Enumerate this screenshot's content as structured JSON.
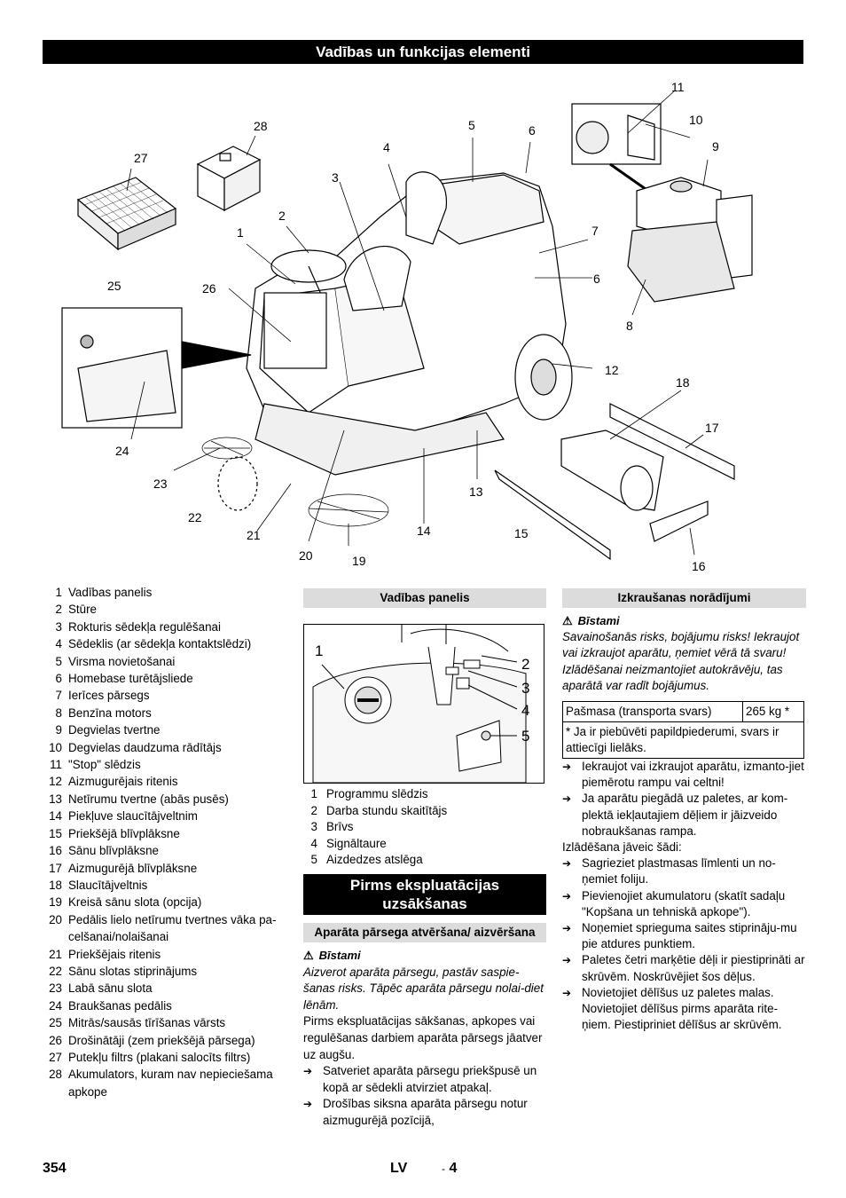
{
  "title": "Vadības un funkcijas elementi",
  "figure_labels": [
    "1",
    "2",
    "3",
    "4",
    "5",
    "6",
    "6",
    "7",
    "8",
    "9",
    "10",
    "11",
    "12",
    "13",
    "14",
    "15",
    "16",
    "17",
    "18",
    "19",
    "20",
    "21",
    "22",
    "23",
    "24",
    "25",
    "26",
    "27",
    "28"
  ],
  "parts_list": [
    {
      "n": "1",
      "t": "Vadības panelis"
    },
    {
      "n": "2",
      "t": "Stūre"
    },
    {
      "n": "3",
      "t": "Rokturis sēdekļa regulēšanai"
    },
    {
      "n": "4",
      "t": "Sēdeklis (ar sēdekļa kontaktslēdzi)"
    },
    {
      "n": "5",
      "t": "Virsma novietošanai"
    },
    {
      "n": "6",
      "t": "Homebase turētājsliede"
    },
    {
      "n": "7",
      "t": "Ierīces pārsegs"
    },
    {
      "n": "8",
      "t": "Benzīna motors"
    },
    {
      "n": "9",
      "t": "Degvielas tvertne"
    },
    {
      "n": "10",
      "t": "Degvielas daudzuma rādītājs"
    },
    {
      "n": "11",
      "t": "\"Stop\" slēdzis"
    },
    {
      "n": "12",
      "t": "Aizmugurējais ritenis"
    },
    {
      "n": "13",
      "t": "Netīrumu tvertne (abās pusēs)"
    },
    {
      "n": "14",
      "t": "Piekļuve slaucītājveltnim"
    },
    {
      "n": "15",
      "t": "Priekšējā blīvplāksne"
    },
    {
      "n": "16",
      "t": "Sānu blīvplāksne"
    },
    {
      "n": "17",
      "t": "Aizmugurējā blīvplāksne"
    },
    {
      "n": "18",
      "t": "Slaucītājveltnis"
    },
    {
      "n": "19",
      "t": "Kreisā sānu slota (opcija)"
    },
    {
      "n": "20",
      "t": "Pedālis lielo netīrumu tvertnes vāka pa-celšanai/nolaišanai"
    },
    {
      "n": "21",
      "t": "Priekšējais ritenis"
    },
    {
      "n": "22",
      "t": "Sānu slotas stiprinājums"
    },
    {
      "n": "23",
      "t": "Labā sānu slota"
    },
    {
      "n": "24",
      "t": "Braukšanas pedālis"
    },
    {
      "n": "25",
      "t": "Mitrās/sausās tīrīšanas vārsts"
    },
    {
      "n": "26",
      "t": "Drošinātāji (zem priekšējā pārsega)"
    },
    {
      "n": "27",
      "t": "Putekļu filtrs (plakani salocīts filtrs)"
    },
    {
      "n": "28",
      "t": "Akumulators, kuram nav nepieciešama apkope"
    }
  ],
  "panel_section": {
    "heading": "Vadības panelis",
    "callouts": [
      "1",
      "2",
      "3",
      "4",
      "5"
    ],
    "items": [
      {
        "n": "1",
        "t": "Programmu slēdzis"
      },
      {
        "n": "2",
        "t": "Darba stundu skaitītājs"
      },
      {
        "n": "3",
        "t": "Brīvs"
      },
      {
        "n": "4",
        "t": "Signāltaure"
      },
      {
        "n": "5",
        "t": "Aizdedzes atslēga"
      }
    ]
  },
  "before_use": {
    "heading": "Pirms ekspluatācijas uzsākšanas",
    "subheading": "Aparāta pārsega atvēršana/ aizvēršana",
    "warning_label": "Bīstami",
    "warning_text": "Aizverot aparāta pārsegu, pastāv saspie-šanas risks. Tāpēc aparāta pārsegu nolai-diet lēnām.",
    "body": "Pirms ekspluatācijas sākšanas, apkopes vai regulēšanas darbiem aparāta pārsegs jāatver uz augšu.",
    "steps": [
      "Satveriet aparāta pārsegu priekšpusē un kopā ar sēdekli atvirziet atpakaļ.",
      "Drošības siksna aparāta pārsegu notur aizmugurējā pozīcijā,"
    ]
  },
  "unloading": {
    "heading": "Izkraušanas norādījumi",
    "warning_label": "Bīstami",
    "warning_text": "Savainošanās risks, bojājumu risks! Iekraujot vai izkraujot aparātu, ņemiet vērā tā svaru! Izlādēšanai neizmantojiet autokrāvēju, tas aparātā var radīt bojājumus.",
    "table": {
      "label": "Pašmasa (transporta svars)",
      "value": "265 kg *",
      "note": "* Ja ir piebūvēti papildpiederumi, svars ir attiecīgi lielāks."
    },
    "steps_a": [
      "Iekraujot vai izkraujot aparātu, izmanto-jiet piemērotu rampu vai celtni!",
      "Ja aparātu piegādā uz paletes, ar kom-plektā iekļautajiem dēļiem ir jāizveido nobraukšanas rampa."
    ],
    "intro": "Izlādēšana jāveic šādi:",
    "steps_b": [
      "Sagrieziet plastmasas līmlenti  un no-ņemiet foliju.",
      "Pievienojiet akumulatoru (skatīt sadaļu \"Kopšana un tehniskā apkope\").",
      "Noņemiet sprieguma saites stiprināju-mu pie atdures punktiem.",
      "Paletes četri marķētie dēļi ir piestiprināti ar skrūvēm. Noskrūvējiet šos dēļus.",
      "Novietojiet dēlīšus uz paletes malas. Novietojiet dēlīšus pirms aparāta rite-ņiem. Piestipriniet dēlīšus ar skrūvēm."
    ]
  },
  "footer": {
    "page": "354",
    "lang": "LV",
    "dash": "-",
    "num": "4"
  }
}
